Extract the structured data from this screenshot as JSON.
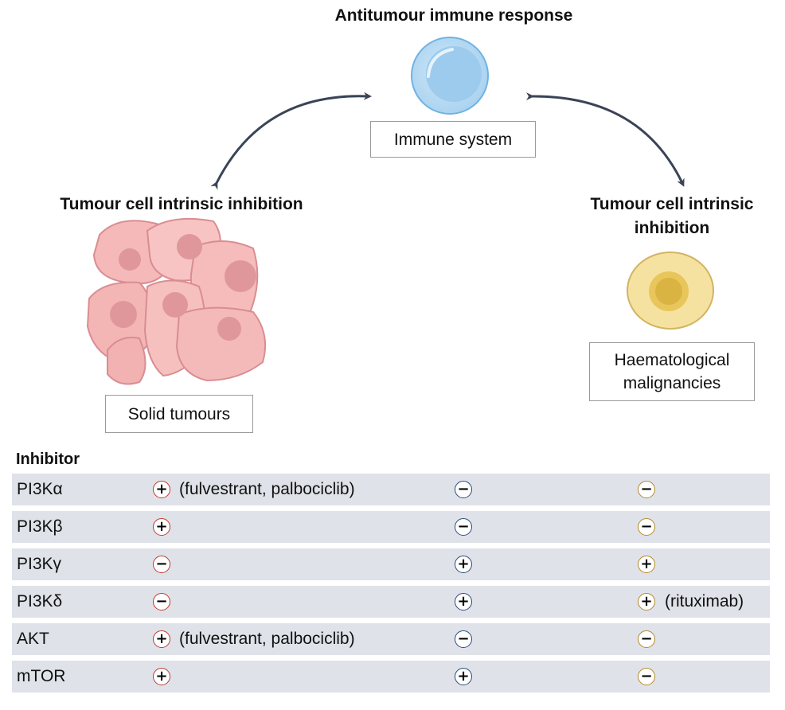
{
  "top_title": "Antitumour immune response",
  "immune_box": "Immune system",
  "left_title": "Tumour cell intrinsic inhibition",
  "right_title_line1": "Tumour cell intrinsic",
  "right_title_line2": "inhibition",
  "solid_box": "Solid tumours",
  "haem_box_line1": "Haematological",
  "haem_box_line2": "malignancies",
  "inhibitor_header": "Inhibitor",
  "rows": [
    {
      "name": "PI3Kα",
      "solid": "+",
      "solid_note": "(fulvestrant, palbociclib)",
      "immune": "−",
      "haem": "−",
      "haem_note": ""
    },
    {
      "name": "PI3Kβ",
      "solid": "+",
      "solid_note": "",
      "immune": "−",
      "haem": "−",
      "haem_note": ""
    },
    {
      "name": "PI3Kγ",
      "solid": "−",
      "solid_note": "",
      "immune": "+",
      "haem": "+",
      "haem_note": ""
    },
    {
      "name": "PI3Kδ",
      "solid": "−",
      "solid_note": "",
      "immune": "+",
      "haem": "+",
      "haem_note": "(rituximab)"
    },
    {
      "name": "AKT",
      "solid": "+",
      "solid_note": "(fulvestrant, palbociclib)",
      "immune": "−",
      "haem": "−",
      "haem_note": ""
    },
    {
      "name": "mTOR",
      "solid": "+",
      "solid_note": "",
      "immune": "+",
      "haem": "−",
      "haem_note": ""
    }
  ]
}
